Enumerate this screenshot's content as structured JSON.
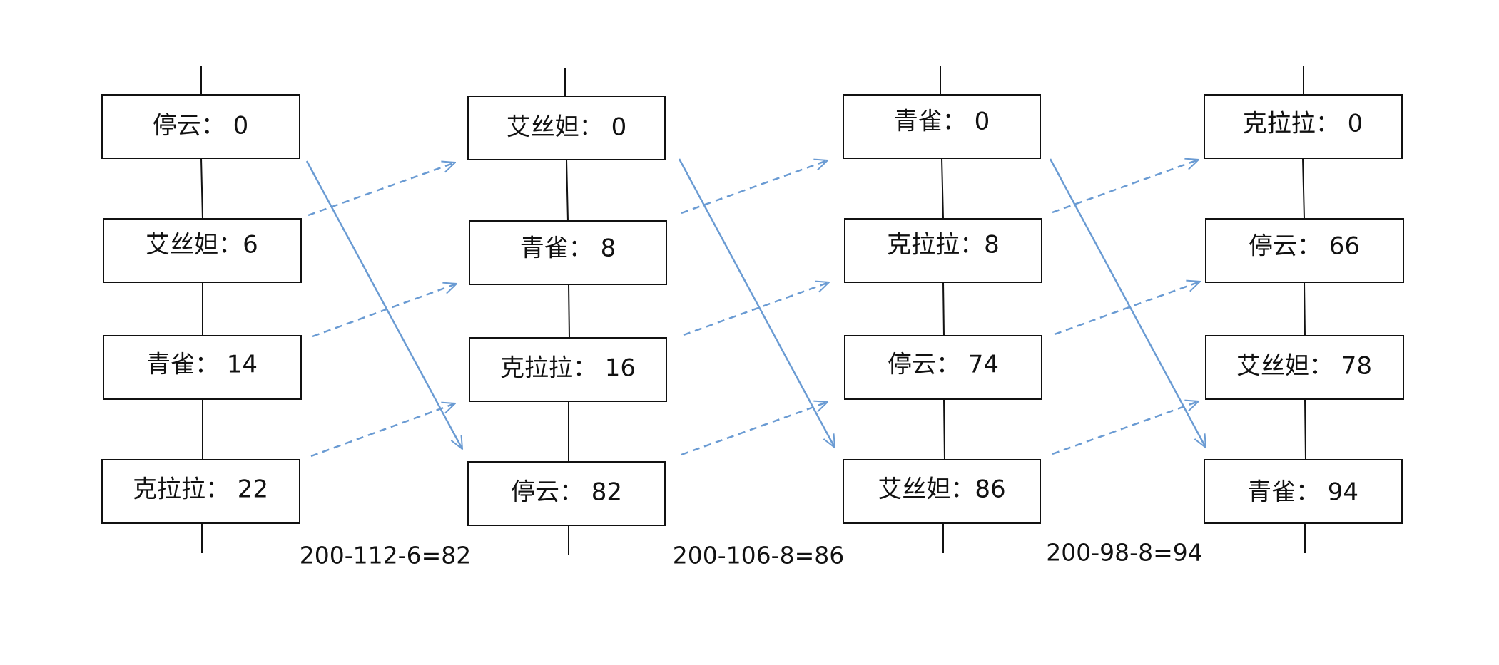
{
  "columns": [
    {
      "items": [
        "停云： 0",
        "艾丝妲：6",
        "青雀： 14",
        "克拉拉： 22"
      ]
    },
    {
      "items": [
        "艾丝妲： 0",
        "青雀： 8",
        "克拉拉： 16",
        "停云： 82"
      ]
    },
    {
      "items": [
        "青雀： 0",
        "克拉拉：8",
        "停云： 74",
        "艾丝妲：86"
      ]
    },
    {
      "items": [
        "克拉拉： 0",
        "停云： 66",
        "艾丝妲： 78",
        "青雀： 94"
      ]
    }
  ],
  "formulas": [
    "200-112-6=82",
    "200-106-8=86",
    "200-98-8=94"
  ],
  "colors": {
    "box_stroke": "#111111",
    "arrow": "#6a9bd3",
    "text": "#111111"
  }
}
